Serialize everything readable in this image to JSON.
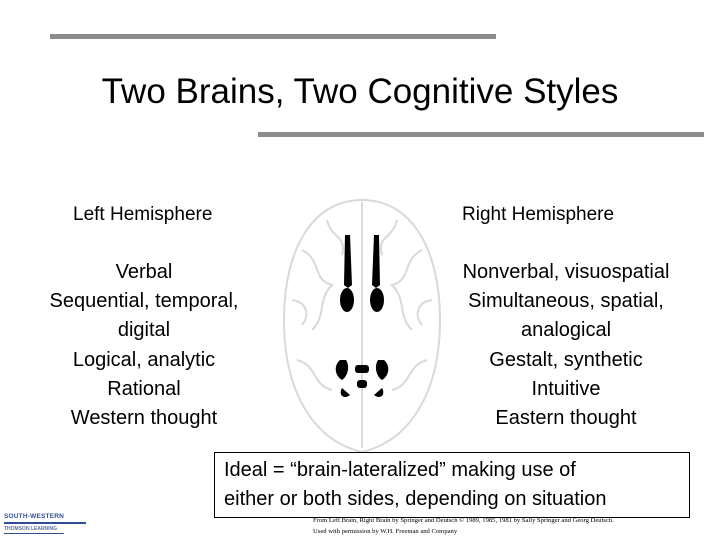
{
  "slide": {
    "title": "Two Brains, Two Cognitive Styles"
  },
  "left": {
    "heading": "Left Hemisphere",
    "traits": [
      "Verbal",
      "Sequential, temporal,",
      "digital",
      "Logical, analytic",
      "Rational",
      "Western thought"
    ]
  },
  "right": {
    "heading": "Right Hemisphere",
    "traits": [
      "Nonverbal, visuospatial",
      "Simultaneous, spatial,",
      "analogical",
      "Gestalt, synthetic",
      "Intuitive",
      "Eastern thought"
    ]
  },
  "ideal": {
    "line1": "Ideal = “brain-lateralized” making use of",
    "line2": "either or both sides, depending on situation"
  },
  "logo": {
    "line1": "SOUTH-WESTERN",
    "line2": "THOMSON LEARNING"
  },
  "credit": {
    "line1": "From Left Brain, Right Brain by Springer and Deutsch © 1989, 1985, 1981 by Sally Springer and Georg Deutsch.",
    "line2": "Used with permission by W.H. Freeman and Company"
  },
  "icons": {
    "brain": "brain-illustration",
    "logo": "south-western-logo"
  }
}
